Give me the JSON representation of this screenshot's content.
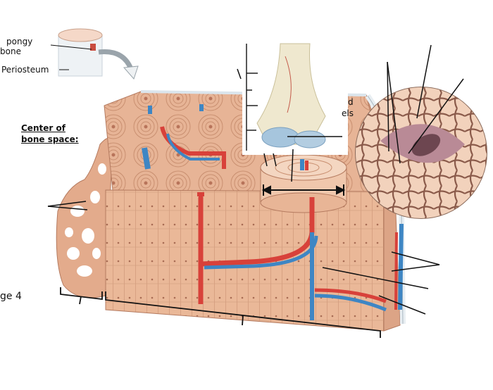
{
  "labels": {
    "spongy_partial": "pongy",
    "bone_partial": "bone",
    "periosteum": "Periosteum",
    "center_line1": "Center of",
    "center_line2": "bone space:",
    "vessels_partial_1": "d",
    "vessels_partial_2": "els",
    "page_partial": "ge 4"
  },
  "colors": {
    "bone_fill": "#e9b99c",
    "bone_dark": "#c98f70",
    "bone_light": "#f3d2bd",
    "artery": "#d8413a",
    "vein": "#3e86c4",
    "osteocyte": "#b98a96",
    "leader_line": "#111111"
  }
}
